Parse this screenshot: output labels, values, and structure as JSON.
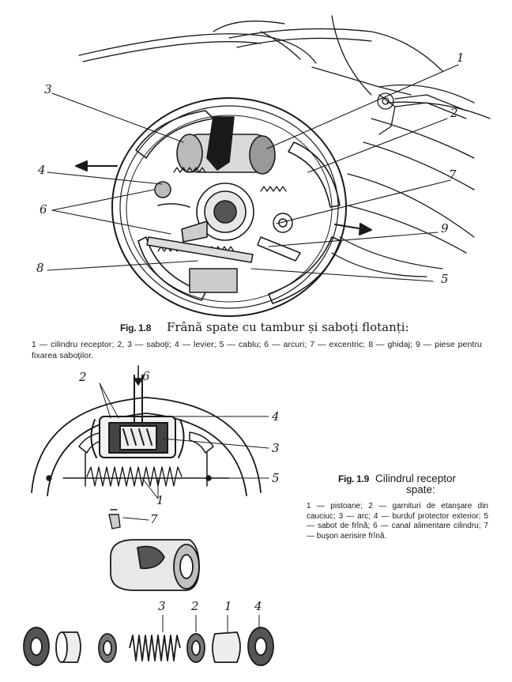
{
  "figure_1_8": {
    "label": "Fig. 1.8",
    "title": "Frână spate cu tambur și saboți flotanți:",
    "description": "1 — cilindru receptor; 2, 3 — saboţi; 4 — levier; 5 — cablu; 6 — arcuri; 7 — excentric; 8 — ghidaj; 9 — piese pentru fixarea saboţilor.",
    "callouts": [
      "1",
      "2",
      "3",
      "4",
      "5",
      "6",
      "7",
      "8",
      "9"
    ]
  },
  "figure_1_9": {
    "label": "Fig. 1.9",
    "title_line1": "Cilindrul receptor",
    "title_line2": "spate:",
    "description": "1 — pistoane; 2 — garnituri de etanşare din cauciuc; 3 — arc; 4 — burduf protector exterior; 5 — sabot de frînă; 6 — canal alimentare cilindru; 7 — buşon aerisire frînă.",
    "callouts": [
      "1",
      "2",
      "3",
      "4",
      "5",
      "6",
      "7"
    ],
    "parts_callouts": [
      "3",
      "2",
      "1",
      "4"
    ]
  }
}
